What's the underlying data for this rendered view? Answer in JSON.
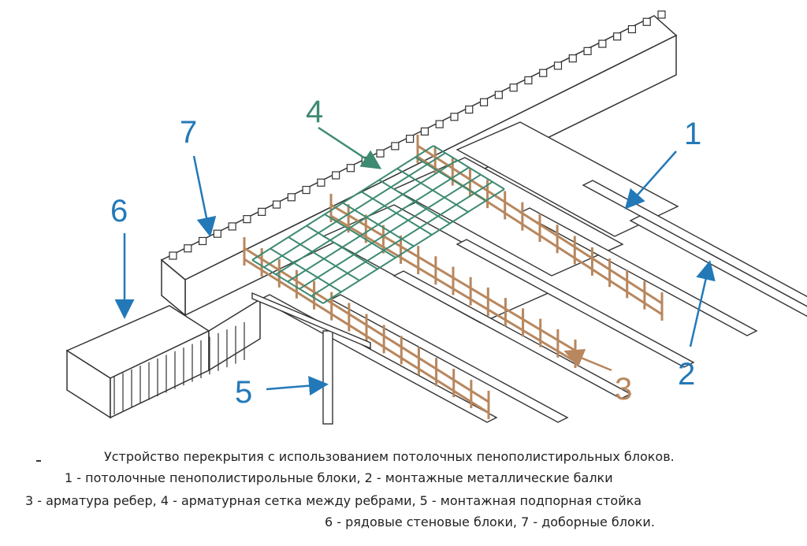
{
  "callouts": {
    "c1": "1",
    "c2": "2",
    "c3": "3",
    "c4": "4",
    "c5": "5",
    "c6": "6",
    "c7": "7"
  },
  "caption": {
    "line1": "Устройство перекрытия с использованием потолочных пенополистирольных блоков.",
    "line2": "1 - потолочные пенополистирольные блоки, 2 - монтажные металлические балки",
    "line3": "3 - арматура ребер, 4 - арматурная сетка между ребрами, 5 - монтажная подпорная стойка",
    "line4": "6 - рядовые стеновые блоки, 7 - доборные блоки."
  },
  "colors": {
    "callout_blue": "#2379b8",
    "callout_green": "#3e8a72",
    "callout_brown": "#b8875e",
    "rebar": "#b8875e",
    "mesh": "#3e8a72",
    "line": "#333333"
  }
}
